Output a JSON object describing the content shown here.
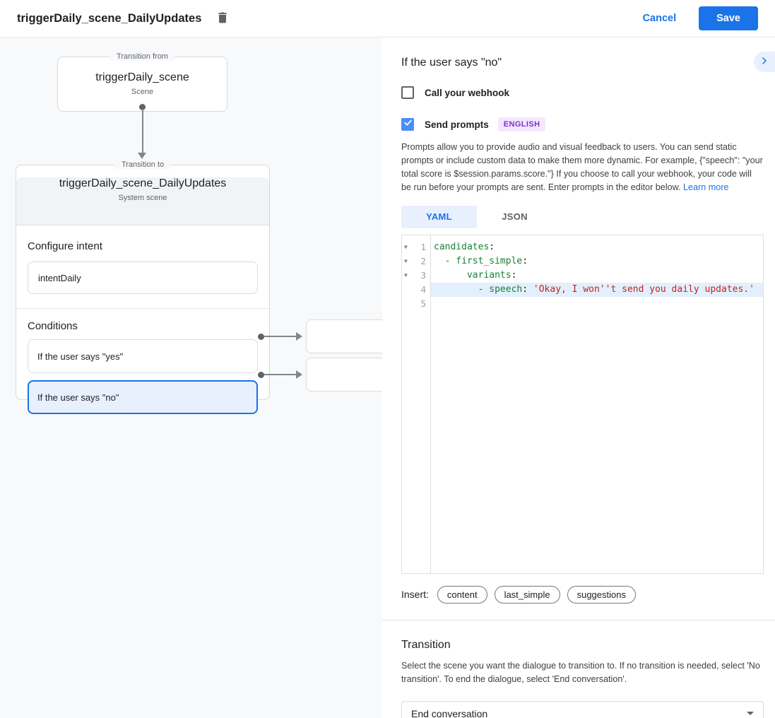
{
  "header": {
    "title": "triggerDaily_scene_DailyUpdates",
    "cancel_label": "Cancel",
    "save_label": "Save"
  },
  "canvas": {
    "from_box": {
      "label": "Transition from",
      "title": "triggerDaily_scene",
      "subtitle": "Scene"
    },
    "to_box": {
      "label": "Transition to",
      "title": "triggerDaily_scene_DailyUpdates",
      "subtitle": "System scene",
      "configure_intent_label": "Configure intent",
      "intent_value": "intentDaily",
      "conditions_label": "Conditions",
      "conditions": [
        {
          "label": "If the user says \"yes\"",
          "selected": false
        },
        {
          "label": "If the user says \"no\"",
          "selected": true
        }
      ]
    }
  },
  "panel": {
    "title": "If the user says \"no\"",
    "webhook": {
      "label": "Call your webhook",
      "checked": false
    },
    "send_prompts": {
      "label": "Send prompts",
      "checked": true,
      "badge": "ENGLISH"
    },
    "description": "Prompts allow you to provide audio and visual feedback to users. You can send static prompts or include custom data to make them more dynamic. For example, {\"speech\": \"your total score is $session.params.score.\"} If you choose to call your webhook, your code will be run before your prompts are sent. Enter prompts in the editor below. ",
    "learn_more_label": "Learn more",
    "tabs": [
      {
        "label": "YAML",
        "active": true
      },
      {
        "label": "JSON",
        "active": false
      }
    ],
    "editor": {
      "lines": [
        {
          "num": "1",
          "tokens": [
            {
              "t": "candidates",
              "c": "key"
            },
            {
              "t": ":",
              "c": "plain"
            }
          ]
        },
        {
          "num": "2",
          "tokens": [
            {
              "t": "  - first_simple",
              "c": "key"
            },
            {
              "t": ":",
              "c": "plain"
            }
          ]
        },
        {
          "num": "3",
          "tokens": [
            {
              "t": "      variants",
              "c": "key"
            },
            {
              "t": ":",
              "c": "plain"
            }
          ]
        },
        {
          "num": "4",
          "tokens": [
            {
              "t": "        - speech",
              "c": "key"
            },
            {
              "t": ": ",
              "c": "plain"
            },
            {
              "t": "'Okay, I won''t send you daily updates.'",
              "c": "str"
            }
          ]
        },
        {
          "num": "5",
          "tokens": []
        }
      ]
    },
    "insert": {
      "label": "Insert:",
      "chips": [
        "content",
        "last_simple",
        "suggestions"
      ]
    },
    "transition": {
      "title": "Transition",
      "description": "Select the scene you want the dialogue to transition to. If no transition is needed, select 'No transition'. To end the dialogue, select 'End conversation'.",
      "dropdown_value": "End conversation"
    }
  },
  "colors": {
    "accent_blue": "#1a73e8",
    "selected_bg": "#e8f0fe",
    "checkbox_checked": "#4b8df8",
    "badge_text": "#8430ce",
    "badge_bg": "#f3e8fd",
    "code_key_green": "#188038",
    "code_string_red": "#c5221f",
    "active_line_bg": "#e3effc",
    "canvas_bg": "#f8f9fa"
  }
}
